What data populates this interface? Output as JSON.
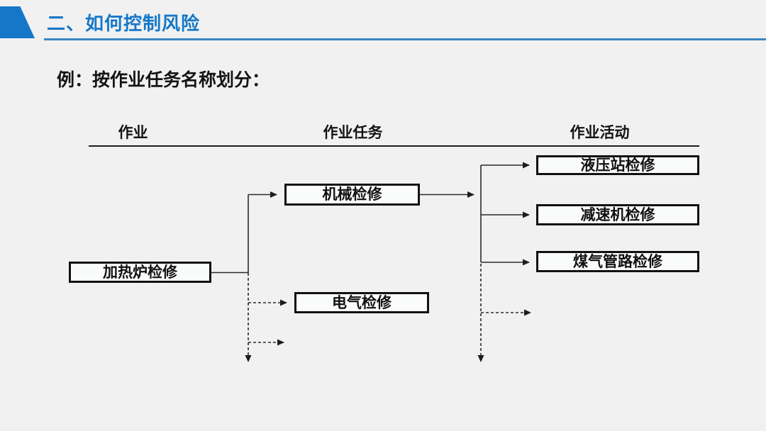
{
  "page": {
    "background": "#f1f1f2",
    "accent_blue": "#1577c8",
    "line_color": "#2a2a2a"
  },
  "header": {
    "title": "二、如何控制风险"
  },
  "subtitle": "例：按作业任务名称划分：",
  "diagram": {
    "columns": [
      {
        "id": "operation",
        "label": "作业"
      },
      {
        "id": "task",
        "label": "作业任务"
      },
      {
        "id": "activity",
        "label": "作业活动"
      }
    ],
    "nodes": [
      {
        "id": "jiarelu",
        "column": "operation",
        "label": "加热炉检修"
      },
      {
        "id": "jixie",
        "column": "task",
        "label": "机械检修"
      },
      {
        "id": "dianqi",
        "column": "task",
        "label": "电气检修"
      },
      {
        "id": "yeyazhan",
        "column": "activity",
        "label": "液压站检修"
      },
      {
        "id": "jiansuji",
        "column": "activity",
        "label": "减速机检修"
      },
      {
        "id": "meiqi",
        "column": "activity",
        "label": "煤气管路检修"
      }
    ],
    "edges": [
      {
        "from": "jiarelu",
        "to": "jixie",
        "style": "solid"
      },
      {
        "from": "jiarelu",
        "to": "dianqi",
        "style": "dashed"
      },
      {
        "from": "jiarelu",
        "to": "(more…)",
        "style": "dashed"
      },
      {
        "from": "jixie",
        "to": "yeyazhan",
        "style": "solid"
      },
      {
        "from": "jixie",
        "to": "jiansuji",
        "style": "solid"
      },
      {
        "from": "jixie",
        "to": "meiqi",
        "style": "solid"
      },
      {
        "from": "jixie",
        "to": "(more…)",
        "style": "dashed"
      }
    ]
  }
}
